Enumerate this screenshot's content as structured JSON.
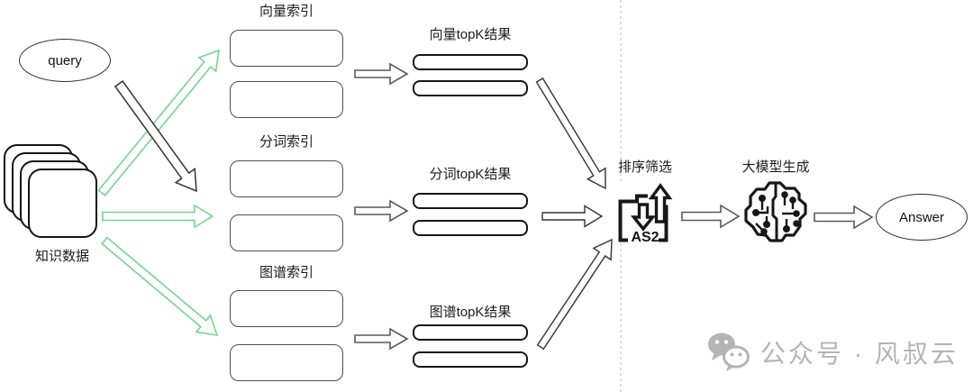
{
  "diagram": {
    "query": {
      "label": "query"
    },
    "knowledge": {
      "label": "知识数据",
      "icon": "stacked-documents-icon"
    },
    "index_groups": [
      {
        "label": "向量索引",
        "result_label": "向量topK结果"
      },
      {
        "label": "分词索引",
        "result_label": "分词topK结果"
      },
      {
        "label": "图谱索引",
        "result_label": "图谱topK结果"
      }
    ],
    "ranker": {
      "label": "排序筛选",
      "icon": "sort-brackets-icon",
      "icon_text": "AS2"
    },
    "generator": {
      "label": "大模型生成",
      "icon": "ai-brain-circuit-icon"
    },
    "answer": {
      "label": "Answer"
    },
    "colors": {
      "green_arrow": "#76d392",
      "dark_stroke": "#333333",
      "box_border": "#4f4f4f",
      "bar_border": "#161616",
      "dashed_line": "#c9c9c9",
      "watermark_gray": "#b4b4b4"
    }
  },
  "watermark": {
    "text": "公众号 · 风叔云",
    "icon": "wechat-icon"
  }
}
